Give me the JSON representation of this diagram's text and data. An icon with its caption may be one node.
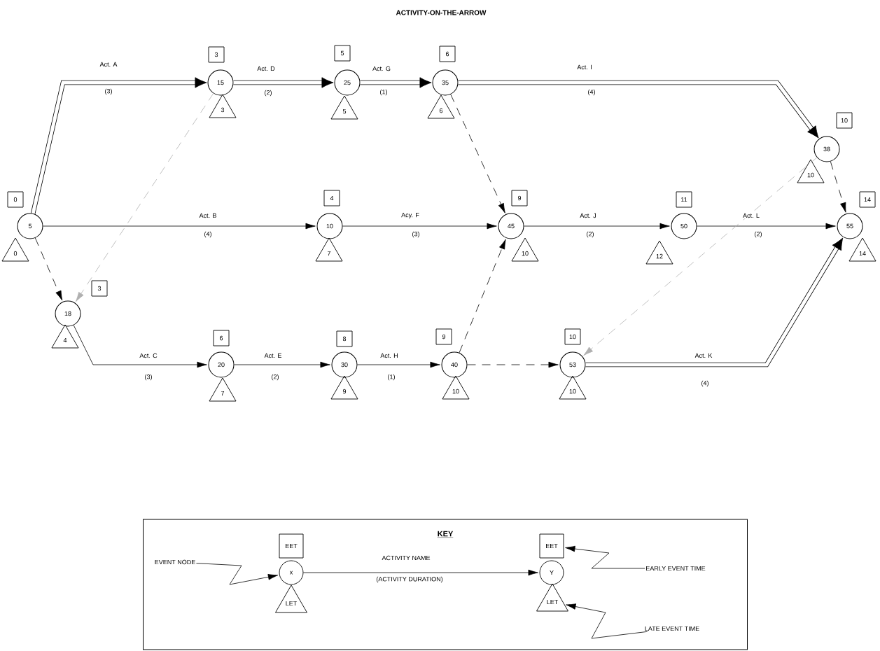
{
  "diagram": {
    "title": "ACTIVITY-ON-THE-ARROW",
    "nodes": [
      {
        "text": [
          "5"
        ],
        "beside": [
          "0",
          "0"
        ]
      },
      {
        "text": [
          "15"
        ],
        "beside": [
          "3",
          "3"
        ]
      },
      {
        "text": [
          "25"
        ],
        "beside": [
          "5",
          "5"
        ]
      },
      {
        "text": [
          "35"
        ],
        "beside": [
          "6",
          "6"
        ]
      },
      {
        "text": [
          "38"
        ],
        "beside": [
          "10",
          "10"
        ]
      },
      {
        "text": [
          "18"
        ],
        "beside": [
          "3",
          "4"
        ]
      },
      {
        "text": [
          "10"
        ],
        "beside": [
          "4",
          "7"
        ]
      },
      {
        "text": [
          "45"
        ],
        "beside": [
          "9",
          "10"
        ]
      },
      {
        "text": [
          "50"
        ],
        "beside": [
          "11",
          "12"
        ]
      },
      {
        "text": [
          "55"
        ],
        "beside": [
          "14",
          "14"
        ]
      },
      {
        "text": [
          "20"
        ],
        "beside": [
          "6",
          "7"
        ]
      },
      {
        "text": [
          "30"
        ],
        "beside": [
          "8",
          "9"
        ]
      },
      {
        "text": [
          "40"
        ],
        "beside": [
          "9",
          "10"
        ]
      },
      {
        "text": [
          "53"
        ],
        "beside": [
          "10",
          "10"
        ]
      },
      {
        "text": [
          "KEY"
        ]
      },
      {
        "text": [
          "EET"
        ],
        "in": 14
      },
      {
        "text": [
          "x"
        ],
        "in": 14
      },
      {
        "text": [
          "LET"
        ],
        "in": 14
      },
      {
        "text": [
          "EVENT NODE"
        ],
        "in": 14
      },
      {
        "text": [
          "EET"
        ],
        "in": 14
      },
      {
        "text": [
          "Y"
        ],
        "in": 14
      },
      {
        "text": [
          "LET"
        ],
        "in": 14
      },
      {
        "text": [
          "EARLY EVENT TIME"
        ],
        "in": 14
      },
      {
        "text": [
          "LATE EVENT TIME"
        ],
        "in": 14
      }
    ],
    "edges": [
      {
        "from": 0,
        "to": 1,
        "arrow": "to",
        "label": "Act. A",
        "style": "thick"
      },
      {
        "from": 1,
        "to": 2,
        "arrow": "to",
        "label": "Act. D",
        "style": "thick"
      },
      {
        "from": 2,
        "to": 3,
        "arrow": "to",
        "label": "Act. G",
        "style": "thick"
      },
      {
        "from": 3,
        "to": 4,
        "arrow": "to",
        "label": "Act. I",
        "style": "thick"
      },
      {
        "from": 4,
        "to": 9,
        "arrow": "to",
        "style": "dashed"
      },
      {
        "from": 0,
        "to": 6,
        "arrow": "to",
        "label": "Act. B"
      },
      {
        "from": 6,
        "to": 7,
        "arrow": "to",
        "label": "Acy. F"
      },
      {
        "from": 7,
        "to": 8,
        "arrow": "to",
        "label": "Act. J"
      },
      {
        "from": 8,
        "to": 9,
        "arrow": "to",
        "label": "Act. L"
      },
      {
        "from": 0,
        "to": 5,
        "arrow": "to",
        "style": "dashed"
      },
      {
        "from": 1,
        "to": 5,
        "arrow": "to",
        "style": "dashed",
        "color": "#b0b0b0"
      },
      {
        "from": 3,
        "to": 7,
        "arrow": "to",
        "style": "dashed"
      },
      {
        "from": 5,
        "to": 10,
        "arrow": "to",
        "label": "Act. C"
      },
      {
        "from": 10,
        "to": 11,
        "arrow": "to",
        "label": "Act. E"
      },
      {
        "from": 11,
        "to": 12,
        "arrow": "to",
        "label": "Act. H"
      },
      {
        "from": 12,
        "to": 13,
        "arrow": "to",
        "style": "dashed"
      },
      {
        "from": 12,
        "to": 7,
        "arrow": "to",
        "style": "dashed"
      },
      {
        "from": 13,
        "to": 9,
        "arrow": "to",
        "label": "Act. K",
        "style": "thick"
      },
      {
        "from": 4,
        "to": 13,
        "arrow": "to",
        "style": "dashed",
        "color": "#b0b0b0"
      },
      {
        "from": 16,
        "to": 20,
        "arrow": "to",
        "label": "ACTIVITY NAME"
      },
      {
        "from": 18,
        "to": 16,
        "arrow": "to"
      },
      {
        "from": 22,
        "to": 19,
        "arrow": "to"
      },
      {
        "from": 23,
        "to": 21,
        "arrow": "to"
      }
    ],
    "labels": [
      "(3)",
      "(2)",
      "(1)",
      "(4)",
      "(4)",
      "(3)",
      "(2)",
      "(2)",
      "(3)",
      "(2)",
      "(1)",
      "(4)",
      "(ACTIVITY DURATION)"
    ]
  }
}
